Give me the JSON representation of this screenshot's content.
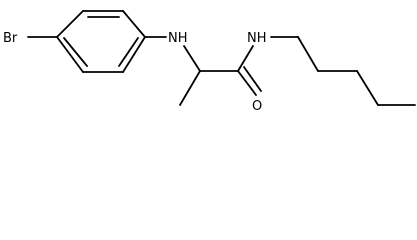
{
  "molecule": {
    "atoms": {
      "br": "Br",
      "amine_nh": "NH",
      "amide_nh": "NH",
      "carbonyl_o": "O"
    }
  }
}
